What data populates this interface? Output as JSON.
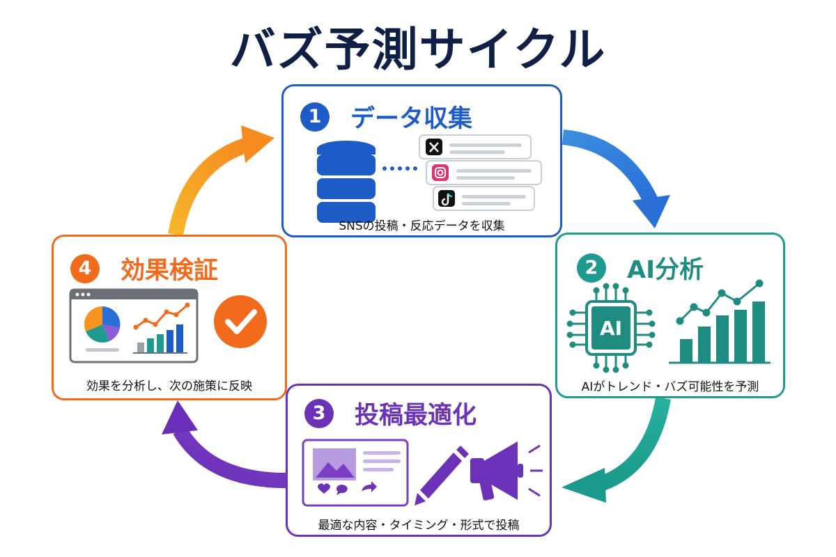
{
  "title": "バズ予測サイクル",
  "steps": [
    {
      "number": "1",
      "title": "データ収集",
      "caption": "SNSの投稿・反応データを収集",
      "color": "#1d5bc6"
    },
    {
      "number": "2",
      "title": "AI分析",
      "caption": "AIがトレンド・バズ可能性を予測",
      "color": "#1f9a8e",
      "chip_label": "AI"
    },
    {
      "number": "3",
      "title": "投稿最適化",
      "caption": "最適な内容・タイミング・形式で投稿",
      "color": "#6b32b8"
    },
    {
      "number": "4",
      "title": "効果検証",
      "caption": "効果を分析し、次の施策に反映",
      "color": "#f26a1b"
    }
  ],
  "icons": {
    "step1": [
      "database-icon",
      "x-logo-icon",
      "instagram-logo-icon",
      "tiktok-logo-icon"
    ],
    "step2": [
      "ai-chip-icon",
      "growth-chart-icon"
    ],
    "step3": [
      "post-preview-icon",
      "pencil-icon",
      "megaphone-icon"
    ],
    "step4": [
      "dashboard-icon",
      "pie-chart-icon",
      "bar-chart-icon",
      "checkmark-icon"
    ]
  },
  "arrow_colors": [
    "#3b8de0",
    "#1f9a8e",
    "#7a3fc4",
    "#f7941d"
  ]
}
